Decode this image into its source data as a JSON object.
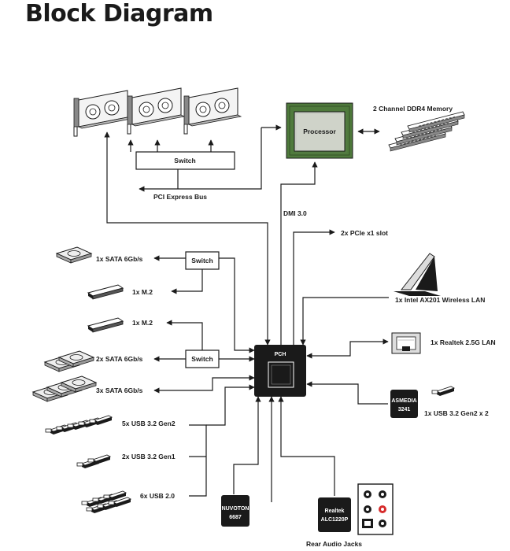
{
  "title": "Block Diagram",
  "processor": {
    "label": "Processor"
  },
  "memory": {
    "label": "2 Channel DDR4 Memory"
  },
  "pcie_switch": {
    "label": "Switch"
  },
  "pcie_bus": {
    "label": "PCI Express Bus"
  },
  "dmi": {
    "label": "DMI 3.0"
  },
  "pcie_x1": {
    "label": "2x PCIe x1 slot"
  },
  "pch": {
    "label": "PCH"
  },
  "wifi": {
    "label": "1x Intel AX201 Wireless LAN"
  },
  "lan": {
    "label": "1x Realtek 2.5G LAN"
  },
  "asmedia": {
    "line1": "ASMEDIA",
    "line2": "3241",
    "label": "1x USB 3.2 Gen2 x 2"
  },
  "left_devices": {
    "sata1": "1x SATA 6Gb/s",
    "m2_a": "1x M.2",
    "m2_b": "1x M.2",
    "sata2": "2x SATA 6Gb/s",
    "sata3": "3x SATA 6Gb/s",
    "usb_gen2": "5x USB 3.2 Gen2",
    "usb_gen1": "2x USB 3.2 Gen1",
    "usb2": "6x USB 2.0"
  },
  "switch_upper": {
    "label": "Switch"
  },
  "switch_lower": {
    "label": "Switch"
  },
  "nuvoton": {
    "line1": "NUVOTON",
    "line2": "6687"
  },
  "realtek": {
    "line1": "Realtek",
    "line2": "ALC1220P"
  },
  "audio": {
    "label": "Rear Audio Jacks"
  },
  "colors": {
    "line": "#1a1a1a",
    "chip": "#1a1a1a",
    "processor_green": "#4f7a3c",
    "processor_die": "#cfd3c9"
  }
}
